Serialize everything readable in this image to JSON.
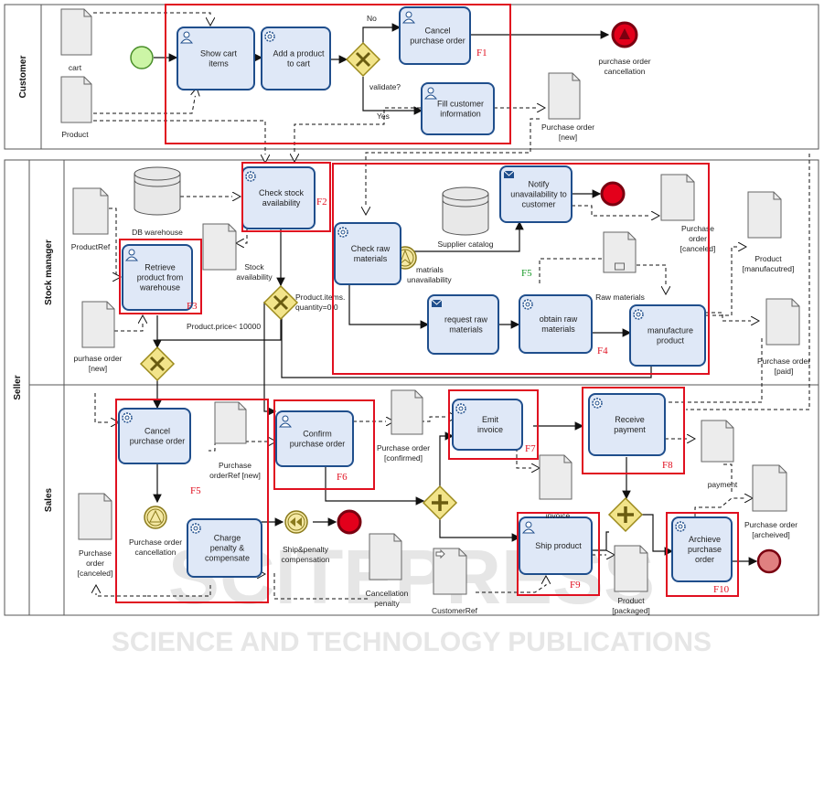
{
  "pools": {
    "customer": "Customer",
    "seller": "Seller",
    "stock_manager": "Stock manager",
    "sales": "Sales"
  },
  "tasks": {
    "show_cart": [
      "Show cart",
      "items"
    ],
    "add_product": [
      "Add a product",
      "to cart"
    ],
    "cancel_po_customer": [
      "Cancel",
      "purchase order"
    ],
    "fill_customer": [
      "Fill customer",
      "information"
    ],
    "check_stock": [
      "Check stock",
      "availability"
    ],
    "retrieve_product": [
      "Retrieve",
      "product from",
      "warehouse"
    ],
    "notify_unavailability": [
      "Notify",
      "unavailability to",
      "customer"
    ],
    "check_raw": [
      "Check raw",
      "materials"
    ],
    "request_raw": [
      "request raw",
      "materials"
    ],
    "obtain_raw": [
      "obtain raw",
      "materials"
    ],
    "manufacture": [
      "manufacture",
      "product"
    ],
    "cancel_po_sales": [
      "Cancel",
      "purchase order"
    ],
    "charge_penalty": [
      "Charge",
      "penalty &",
      "compensate"
    ],
    "confirm_po": [
      "Confirm",
      "purchase order"
    ],
    "emit_invoice": [
      "Emit",
      "invoice"
    ],
    "receive_payment": [
      "Receive",
      "payment"
    ],
    "ship_product": [
      "Ship product"
    ],
    "archieve_po": [
      "Archieve",
      "purchase",
      "order"
    ]
  },
  "data_objects": {
    "cart": "cart",
    "product": "Product",
    "po_new_customer": [
      "Purchase order",
      "[new]"
    ],
    "db_warehouse": "DB warehouse",
    "product_ref": "ProductRef",
    "stock_availability": [
      "Stock",
      "availability"
    ],
    "purchase_order_new": [
      "purhase order",
      "[new]"
    ],
    "supplier_catalog": "Supplier catalog",
    "po_canceled_stock": [
      "Purchase",
      "order",
      "[canceled]"
    ],
    "product_manufactured": [
      "Product",
      "[manufacutred]"
    ],
    "raw_materials": "Raw materials",
    "po_paid": [
      "Purchase order",
      "[paid]"
    ],
    "po_ref_new": [
      "Purchase",
      "orderRef [new]"
    ],
    "po_confirmed": [
      "Purchase order",
      "[confirmed]"
    ],
    "invoice": "invoice",
    "payment": "payment",
    "po_canceled_sales": [
      "Purchase",
      "order",
      "[canceled]"
    ],
    "cancellation_penalty": [
      "Cancellation",
      "penalty"
    ],
    "customer_ref": "CustomerRef",
    "product_packaged": [
      "Product",
      "[packaged]"
    ],
    "po_archived": [
      "Purchase order",
      "[archeived]"
    ]
  },
  "labels": {
    "no": "No",
    "yes": "Yes",
    "validate": "validate?",
    "po_cancellation_customer": [
      "purchase order",
      "cancellation"
    ],
    "product_items_qty": [
      "Product.items.",
      "quantity=0.0"
    ],
    "product_price": "Product.price< 10000",
    "materials_unavailability": [
      "matrials",
      "unavailability"
    ],
    "po_cancellation_sales": [
      "Purchase order",
      "cancellation"
    ],
    "ship_penalty": [
      "Ship&penalty",
      "compensation"
    ]
  },
  "fragments": {
    "f1": "F1",
    "f2": "F2",
    "f3": "F3",
    "f4": "F4",
    "f5_stock": "F5",
    "f5_sales": "F5",
    "f6": "F6",
    "f7": "F7",
    "f8": "F8",
    "f9": "F9",
    "f10": "F10"
  },
  "watermark": {
    "big": "SCITEPRESS",
    "small": "SCIENCE AND TECHNOLOGY PUBLICATIONS"
  },
  "colors": {
    "task_fill": "#dfe8f7",
    "task_stroke": "#1f4e8c",
    "gateway_fill": "#f2e48a",
    "gateway_stroke": "#9c8a1c",
    "start_fill": "#ccf5a6",
    "end_fill": "#e3001b",
    "fragment_box": "#e01020"
  }
}
